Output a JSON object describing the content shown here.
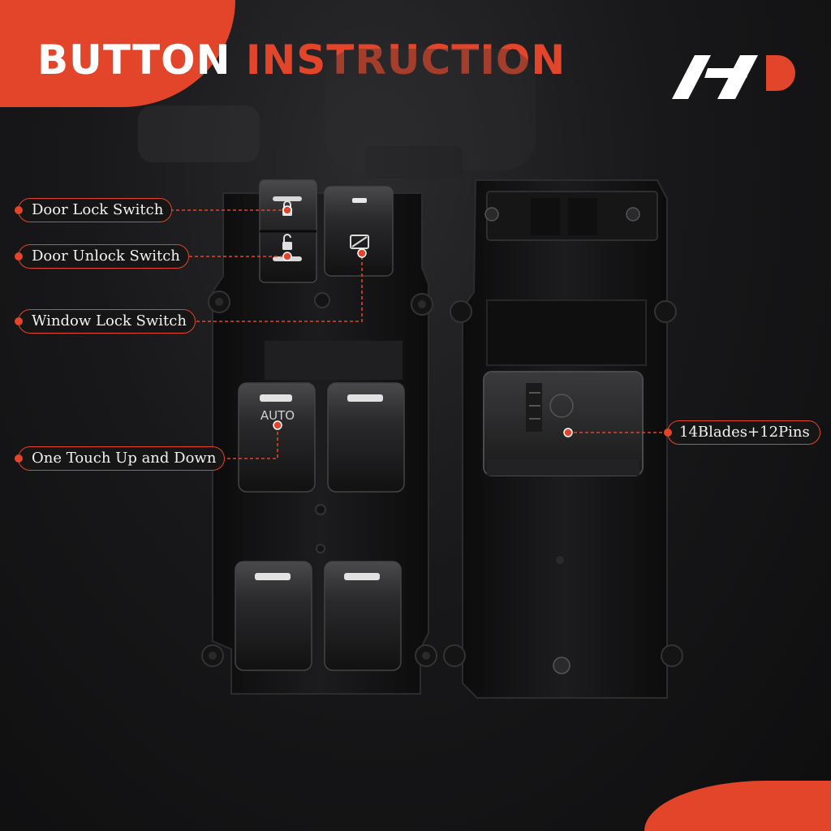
{
  "header": {
    "title_part1": "BUTTON",
    "title_part2": "INSTRUCTION"
  },
  "colors": {
    "accent": "#e2452a",
    "background": "#141415",
    "text": "#ffffff"
  },
  "device": {
    "auto_label": "AUTO"
  },
  "callouts": [
    {
      "id": "door-lock",
      "label": "Door Lock Switch"
    },
    {
      "id": "door-unlock",
      "label": "Door Unlock Switch"
    },
    {
      "id": "window-lock",
      "label": "Window Lock Switch"
    },
    {
      "id": "one-touch",
      "label": "One Touch Up and Down"
    },
    {
      "id": "connector",
      "label": "14Blades+12Pins"
    }
  ],
  "icons": [
    "padlock-closed-icon",
    "padlock-open-icon",
    "window-lock-icon",
    "brand-logo-icon"
  ]
}
